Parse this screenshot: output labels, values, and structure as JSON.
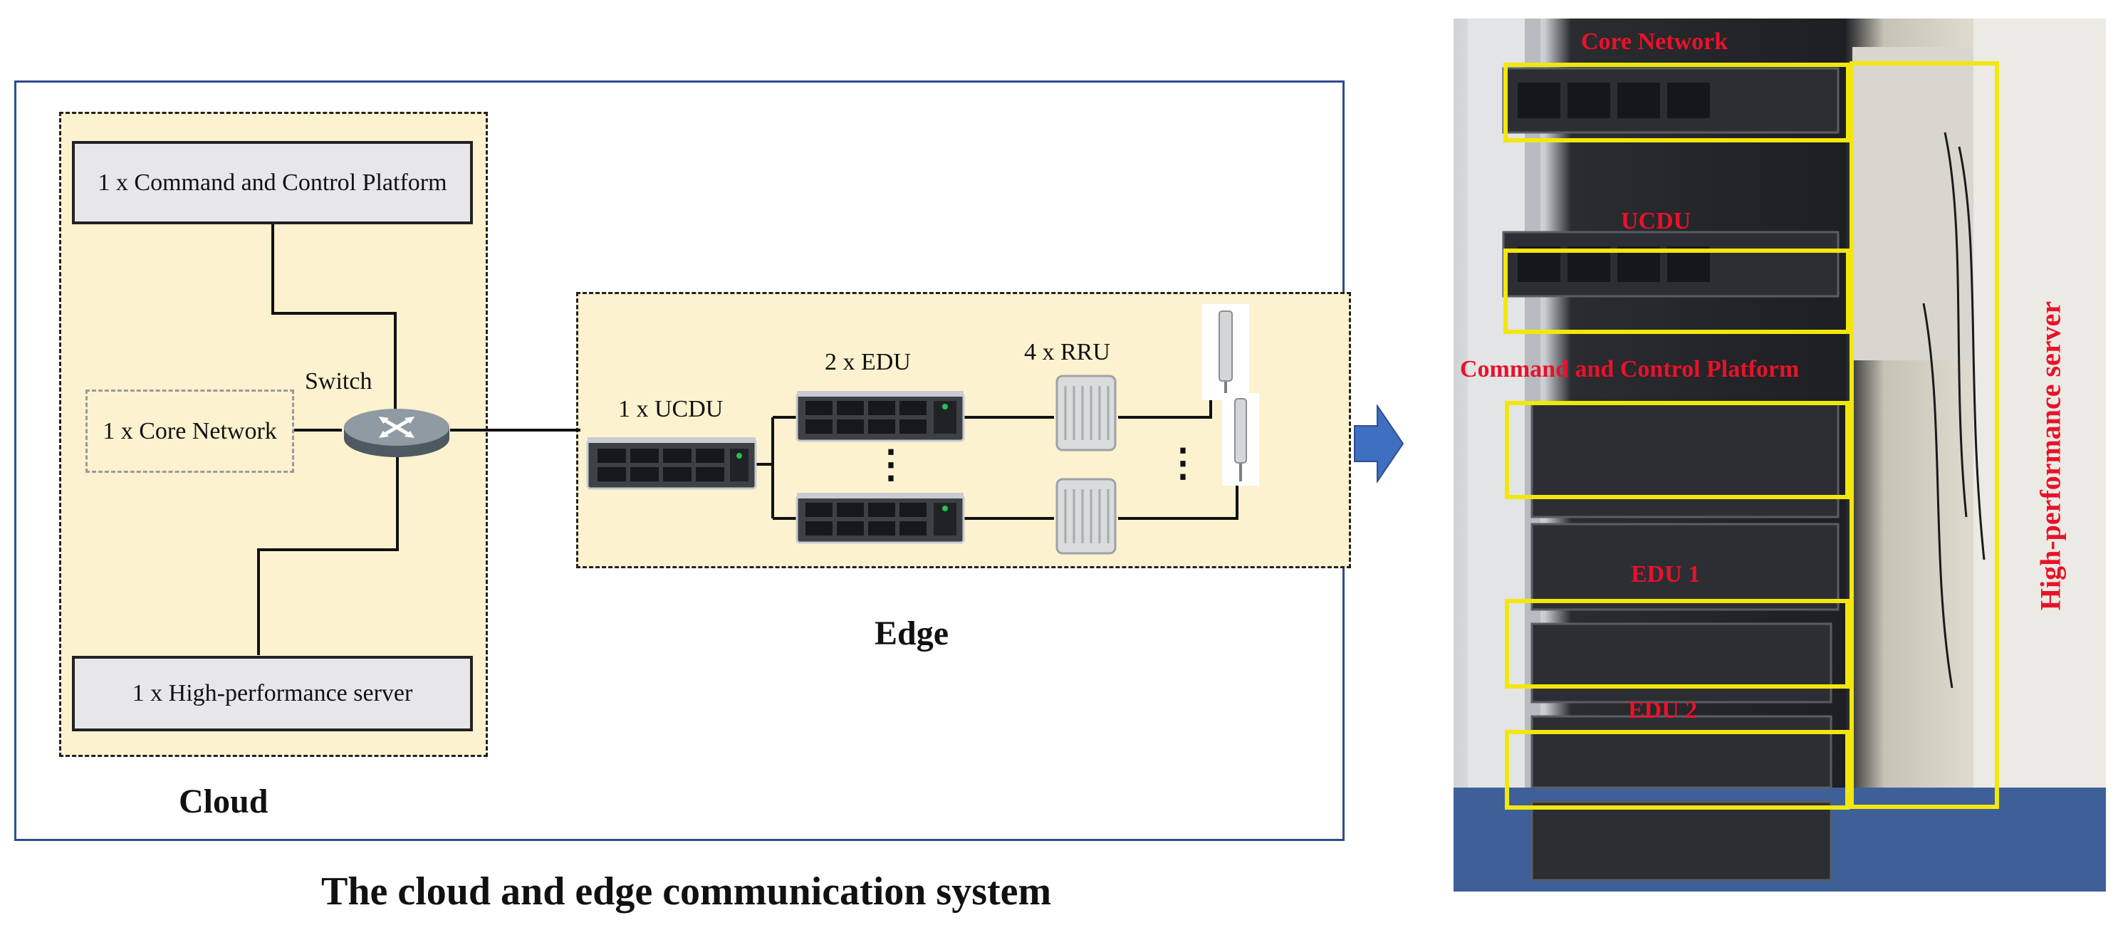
{
  "cloud": {
    "title": "Cloud",
    "command_platform": "1 x Command and Control Platform",
    "core_network": "1 x Core Network",
    "switch_label": "Switch",
    "hp_server": "1 x High-performance server"
  },
  "edge": {
    "title": "Edge",
    "ucdu": "1 x UCDU",
    "edu": "2 x EDU",
    "rru": "4 x RRU",
    "ellipsis": "⋮"
  },
  "caption": "The cloud and edge communication system",
  "photo_labels": {
    "core_network": "Core Network",
    "ucdu": "UCDU",
    "command_platform": "Command and Control Platform",
    "edu1": "EDU 1",
    "edu2": "EDU 2",
    "hp_server": "High-performance server"
  },
  "colors": {
    "frame": "#2f4d8f",
    "panel_fill": "#fdf2cf",
    "arrow": "#3f6fc1",
    "highlight_box": "#f2e70d",
    "highlight_text": "#e8122a"
  }
}
